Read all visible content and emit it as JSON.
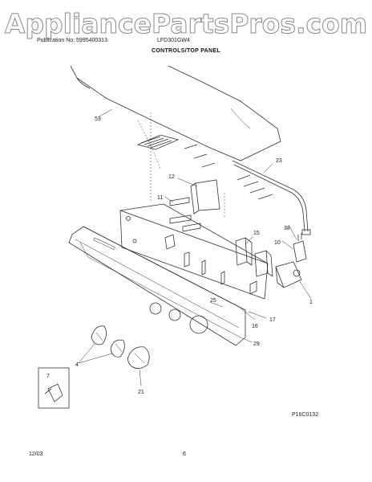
{
  "watermark": "AppliancePartsPros.com",
  "header": {
    "publication": "Publication No: 5995400313",
    "model": "LFD301GW4"
  },
  "section_title": "CONTROLS/TOP PANEL",
  "callouts": {
    "c53": "53",
    "c23": "23",
    "c12": "12",
    "c11": "11",
    "c38": "38",
    "c15": "15",
    "c10": "10",
    "c1": "1",
    "c25": "25",
    "c16": "16",
    "c17": "17",
    "c29": "29",
    "c4": "4",
    "c7": "7",
    "c21": "21"
  },
  "figure_code": "P16C0132",
  "footer": {
    "date": "12/03",
    "page": "6"
  }
}
